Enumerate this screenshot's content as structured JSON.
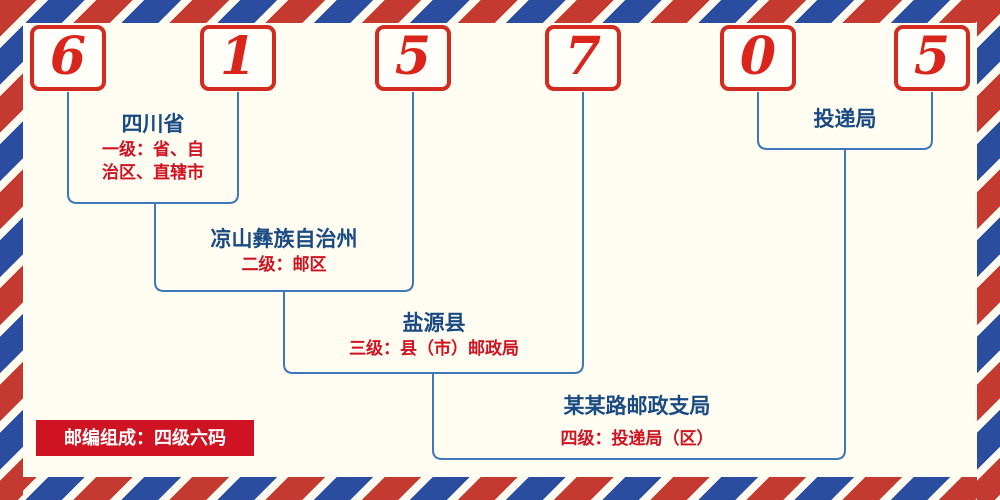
{
  "postal_code": {
    "digits": [
      "6",
      "1",
      "5",
      "7",
      "0",
      "5"
    ]
  },
  "levels": [
    {
      "name": "四川省",
      "desc1": "一级：省、自",
      "desc2": "治区、直辖市"
    },
    {
      "name": "凉山彝族自治州",
      "desc1": "二级：邮区"
    },
    {
      "name": "盐源县",
      "desc1": "三级：县（市）邮政局"
    },
    {
      "name": "某某路邮政支局",
      "desc1": "四级：投递局（区）"
    },
    {
      "name": "投递局"
    }
  ],
  "footer": {
    "label": "邮编组成：四级六码"
  },
  "colors": {
    "digit_red": "#da251c",
    "box_border_red": "#d32b20",
    "connector_blue": "#3f77b8",
    "place_name_blue": "#1a4a82",
    "level_text_red": "#cf1322",
    "stripe_red": "#c53a30",
    "stripe_blue": "#2a4da0",
    "background_ivory": "#fffdf2"
  }
}
